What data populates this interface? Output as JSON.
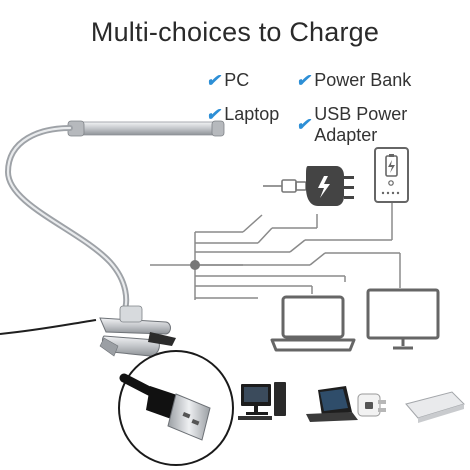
{
  "title": "Multi-choices to Charge",
  "options": [
    {
      "label": "PC",
      "check": "✔"
    },
    {
      "label": "Power Bank",
      "check": "✔"
    },
    {
      "label": "Laptop",
      "check": "✔"
    },
    {
      "label": "USB Power Adapter",
      "check": "✔"
    }
  ],
  "colors": {
    "accent_check": "#2d8fd6",
    "line_gray": "#8a8a8a",
    "lamp_silver": "#c9ccd0",
    "background": "#ffffff"
  },
  "icons": [
    "usb-plug-icon",
    "wall-adapter-icon",
    "power-bank-icon",
    "laptop-icon",
    "monitor-icon",
    "junction-dot-icon"
  ]
}
